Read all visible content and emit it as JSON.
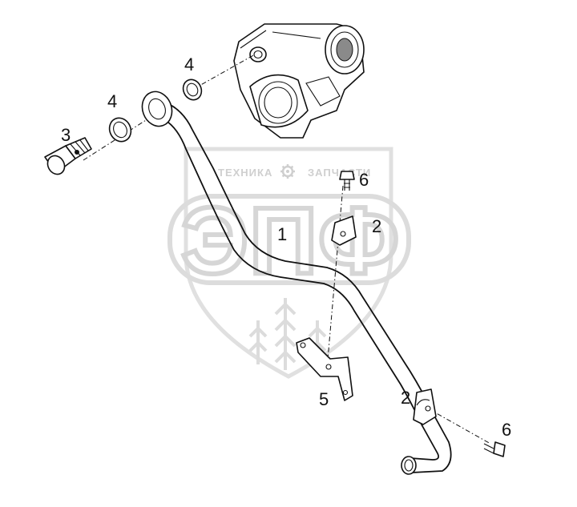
{
  "watermark": {
    "line1_left": "ТЕХНИКА",
    "line1_right": "ЗАПЧАСТИ",
    "logo": "ЭПФ",
    "gear_icon": "gear-icon"
  },
  "callouts": {
    "c1": "1",
    "c2a": "2",
    "c2b": "2",
    "c3": "3",
    "c4a": "4",
    "c4b": "4",
    "c5": "5",
    "c6a": "6",
    "c6b": "6"
  },
  "colors": {
    "line": "#111111",
    "watermark": "#d0d0d0",
    "background": "#ffffff"
  }
}
